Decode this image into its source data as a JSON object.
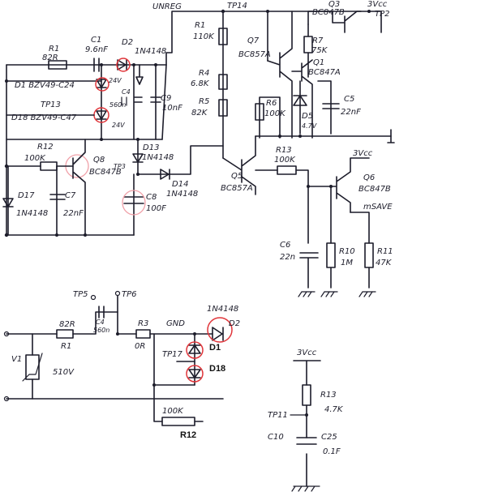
{
  "schematic": {
    "top": {
      "unreg": "UNREG",
      "tp14": "TP14",
      "q3": "Q3",
      "q3_type": "BC847B",
      "vcc_top": "3Vcc",
      "tp2": "TP2",
      "r1": "R1",
      "r1_val": "82R",
      "c1": "C1",
      "c1_val": "9.6nF",
      "d2": "D2",
      "d2_type": "1N4148",
      "d1": "D1 BZV49-C24",
      "d1_v": "24V",
      "c4": "C4",
      "c4_val": "560n",
      "tp13": "TP13",
      "d18": "D18 BZV49-C47",
      "d18_v": "24V",
      "c9": "C9",
      "c9_val": "10nF",
      "r12": "R12",
      "r12_val": "100K",
      "q8": "Q8",
      "q8_type": "BC847B",
      "d13": "D13",
      "d13_type": "1N4148",
      "d14": "D14",
      "d14_type": "1N4148",
      "c8": "C8",
      "c8_val": "100F",
      "tp3": "TP3",
      "d17": "D17",
      "d17_type": "1N4148",
      "c7": "C7",
      "c7_val": "22nF",
      "r_1": "R1",
      "r_1_val": "110K",
      "r4": "R4",
      "r4_val": "6.8K",
      "r5": "R5",
      "r5_val": "82K",
      "q7": "Q7",
      "q7_type": "BC857A",
      "r7": "R7",
      "r7_val": "75K",
      "q1": "Q1",
      "q1_type": "BC847A",
      "r6": "R6",
      "r6_val": "100K",
      "d5": "D5",
      "d5_val": "4.7V",
      "c5": "C5",
      "c5_val": "22nF",
      "r13": "R13",
      "r13_val": "100K",
      "q5": "Q5",
      "q5_type": "BC857A",
      "vcc_q6": "3Vcc",
      "q6": "Q6",
      "q6_type": "BC847B",
      "msave": "mSAVE",
      "c6": "C6",
      "c6_val": "22n",
      "r10": "R10",
      "r10_val": "1M",
      "r11": "R11",
      "r11_val": "47K"
    },
    "bottom": {
      "tp5": "TP5",
      "tp6": "TP6",
      "c4": "C4",
      "c4_val": "560n",
      "r1": "R1",
      "r1_val": "82R",
      "r3": "R3",
      "r3_val": "0R",
      "gnd": "GND",
      "d2_type": "1N4148",
      "d2": "D2",
      "v1": "V1",
      "v1_val": "510V",
      "tp17": "TP17",
      "d1_label": "D1",
      "d18_label": "D18",
      "r12_val": "100K",
      "r12_label": "R12"
    },
    "right_bottom": {
      "vcc": "3Vcc",
      "r13": "R13",
      "r13_val": "4.7K",
      "tp11": "TP11",
      "c10": "C10",
      "c25": "C25",
      "c25_val": "0.1F"
    }
  }
}
